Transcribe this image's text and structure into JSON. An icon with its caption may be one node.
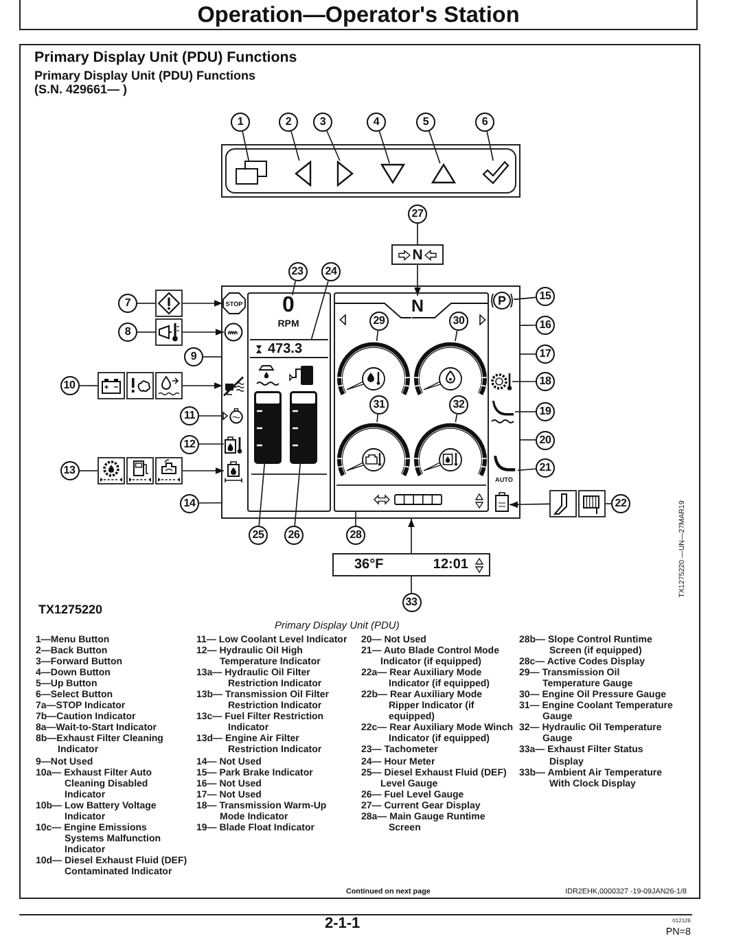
{
  "diagram": {
    "title": "Operation—Operator's Station",
    "caption": "Primary Display Unit (PDU)",
    "nodes": [
      {
        "text": [
          "1"
        ]
      },
      {
        "text": [
          "2"
        ]
      },
      {
        "text": [
          "3"
        ]
      },
      {
        "text": [
          "4"
        ]
      },
      {
        "text": [
          "5"
        ]
      },
      {
        "text": [
          "6"
        ]
      },
      {
        "text": [],
        "shape": "box"
      },
      {
        "text": [],
        "shape": "picture",
        "in": 6
      },
      {
        "text": [],
        "shape": "picture",
        "in": 6
      },
      {
        "text": [],
        "shape": "picture",
        "in": 6
      },
      {
        "text": [],
        "shape": "picture",
        "in": 6
      },
      {
        "text": [],
        "shape": "picture",
        "in": 6
      },
      {
        "text": [],
        "shape": "picture",
        "in": 6
      },
      {
        "text": [
          "27"
        ]
      },
      {
        "text": [
          "N"
        ]
      },
      {
        "text": [
          "23"
        ]
      },
      {
        "text": [
          "24"
        ]
      },
      {
        "text": [],
        "shape": "box"
      },
      {
        "text": [
          "7"
        ]
      },
      {
        "text": [],
        "shape": "picture"
      },
      {
        "text": [
          "STOP"
        ],
        "in": 17
      },
      {
        "text": [],
        "shape": "box",
        "in": 17
      },
      {
        "text": [
          "0",
          "RPM"
        ],
        "in": 21
      },
      {
        "text": [],
        "shape": "box",
        "in": 17
      },
      {
        "text": [
          "N"
        ],
        "in": 23
      },
      {
        "text": [
          "P"
        ],
        "in": 17
      },
      {
        "text": [
          "15"
        ]
      },
      {
        "text": [
          "8"
        ]
      },
      {
        "text": [],
        "shape": "picture"
      },
      {
        "text": [],
        "shape": "picture",
        "in": 17
      },
      {
        "text": [
          "16"
        ]
      },
      {
        "text": [
          "29"
        ],
        "in": 23
      },
      {
        "text": [
          "30"
        ],
        "in": 23
      },
      {
        "text": [
          "473.3"
        ],
        "in": 21
      },
      {
        "text": [],
        "shape": "picture",
        "in": 23
      },
      {
        "text": [],
        "shape": "picture",
        "in": 23
      },
      {
        "text": [
          "9"
        ]
      },
      {
        "text": [
          "17"
        ]
      },
      {
        "text": [
          "10"
        ]
      },
      {
        "text": [],
        "shape": "picture"
      },
      {
        "text": [],
        "shape": "picture"
      },
      {
        "text": [],
        "shape": "picture"
      },
      {
        "text": [],
        "shape": "picture",
        "in": 17
      },
      {
        "text": [
          "18"
        ]
      },
      {
        "text": [],
        "shape": "picture",
        "in": 17
      },
      {
        "text": [
          "31"
        ],
        "in": 23
      },
      {
        "text": [
          "32"
        ],
        "in": 23
      },
      {
        "text": [
          "19"
        ]
      },
      {
        "text": [],
        "shape": "picture",
        "in": 17
      },
      {
        "text": [
          "11"
        ]
      },
      {
        "text": [],
        "shape": "picture",
        "in": 17
      },
      {
        "text": [],
        "shape": "bar",
        "in": 21
      },
      {
        "text": [],
        "shape": "bar",
        "in": 21
      },
      {
        "text": [],
        "shape": "picture",
        "in": 23
      },
      {
        "text": [],
        "shape": "picture",
        "in": 23
      },
      {
        "text": [
          "20"
        ]
      },
      {
        "text": [
          "12"
        ]
      },
      {
        "text": [],
        "shape": "picture",
        "in": 17
      },
      {
        "text": [
          "13"
        ]
      },
      {
        "text": [],
        "shape": "picture"
      },
      {
        "text": [],
        "shape": "picture"
      },
      {
        "text": [],
        "shape": "picture"
      },
      {
        "text": [],
        "shape": "picture",
        "in": 17
      },
      {
        "text": [
          "21"
        ]
      },
      {
        "text": [
          "AUTO"
        ],
        "in": 17
      },
      {
        "text": [
          "14"
        ]
      },
      {
        "text": [],
        "shape": "picture"
      },
      {
        "text": [],
        "shape": "picture"
      },
      {
        "text": [
          "22"
        ]
      },
      {
        "text": [],
        "shape": "picture",
        "in": 17
      },
      {
        "text": [
          "25"
        ]
      },
      {
        "text": [
          "26"
        ]
      },
      {
        "text": [
          "28"
        ]
      },
      {
        "text": [
          "36°F",
          "12:01"
        ]
      },
      {
        "text": [
          "33"
        ]
      }
    ],
    "edges": [
      {
        "from": 0,
        "to": 7,
        "arrow": "none"
      },
      {
        "from": 1,
        "to": 8,
        "arrow": "none"
      },
      {
        "from": 2,
        "to": 9,
        "arrow": "none"
      },
      {
        "from": 3,
        "to": 10,
        "arrow": "none"
      },
      {
        "from": 4,
        "to": 11,
        "arrow": "none"
      },
      {
        "from": 5,
        "to": 12,
        "arrow": "none"
      },
      {
        "from": 13,
        "to": 14,
        "arrow": "none"
      },
      {
        "from": 14,
        "to": 24,
        "arrow": "to"
      },
      {
        "from": 15,
        "to": 22,
        "arrow": "none"
      },
      {
        "from": 16,
        "to": 33,
        "arrow": "none"
      },
      {
        "from": 18,
        "to": 19,
        "arrow": "none"
      },
      {
        "from": 19,
        "to": 20,
        "arrow": "to"
      },
      {
        "from": 26,
        "to": 25,
        "arrow": "none"
      },
      {
        "from": 27,
        "to": 28,
        "arrow": "none"
      },
      {
        "from": 28,
        "to": 29,
        "arrow": "to"
      },
      {
        "from": 30,
        "to": 17,
        "arrow": "none"
      },
      {
        "from": 31,
        "to": 34,
        "arrow": "none"
      },
      {
        "from": 32,
        "to": 35,
        "arrow": "none"
      },
      {
        "from": 36,
        "to": 17,
        "arrow": "none"
      },
      {
        "from": 37,
        "to": 17,
        "arrow": "none"
      },
      {
        "from": 38,
        "to": 39,
        "arrow": "none"
      },
      {
        "from": 41,
        "to": 42,
        "arrow": "to"
      },
      {
        "from": 43,
        "to": 44,
        "arrow": "none"
      },
      {
        "from": 45,
        "to": 53,
        "arrow": "none"
      },
      {
        "from": 46,
        "to": 54,
        "arrow": "none"
      },
      {
        "from": 47,
        "to": 48,
        "arrow": "none"
      },
      {
        "from": 49,
        "to": 50,
        "arrow": "none"
      },
      {
        "from": 55,
        "to": 17,
        "arrow": "none"
      },
      {
        "from": 56,
        "to": 57,
        "arrow": "none"
      },
      {
        "from": 58,
        "to": 59,
        "arrow": "none"
      },
      {
        "from": 61,
        "to": 62,
        "arrow": "to"
      },
      {
        "from": 63,
        "to": 64,
        "arrow": "none"
      },
      {
        "from": 65,
        "to": 17,
        "arrow": "none"
      },
      {
        "from": 68,
        "to": 67,
        "arrow": "none"
      },
      {
        "from": 66,
        "to": 69,
        "arrow": "to"
      },
      {
        "from": 70,
        "to": 51,
        "arrow": "none"
      },
      {
        "from": 71,
        "to": 52,
        "arrow": "none"
      },
      {
        "from": 72,
        "to": 23,
        "arrow": "none"
      },
      {
        "from": 74,
        "to": 73,
        "arrow": "none"
      },
      {
        "from": 73,
        "to": 17,
        "arrow": "to"
      }
    ],
    "labels": [
      "Primary Display Unit (PDU) Functions",
      "Primary Display Unit (PDU) Functions (S.N. 429661— )",
      "TX1275220 —UN—27MAR19",
      "TX1275220",
      "1—Menu Button",
      "2—Back Button",
      "3—Forward Button",
      "4—Down Button",
      "5—Up Button",
      "6—Select Button",
      "7a—STOP Indicator",
      "7b—Caution Indicator",
      "8a—Wait-to-Start Indicator",
      "8b—Exhaust Filter Cleaning Indicator",
      "9—Not Used",
      "10a— Exhaust Filter Auto Cleaning Disabled Indicator",
      "10b— Low Battery Voltage Indicator",
      "10c— Engine Emissions Systems Malfunction Indicator",
      "10d— Diesel Exhaust Fluid (DEF) Contaminated Indicator",
      "11— Low Coolant Level Indicator",
      "12— Hydraulic Oil High Temperature Indicator",
      "13a— Hydraulic Oil Filter Restriction Indicator",
      "13b— Transmission Oil Filter Restriction Indicator",
      "13c— Fuel Filter Restriction Indicator",
      "13d— Engine Air Filter Restriction Indicator",
      "14— Not Used",
      "15— Park Brake Indicator",
      "16— Not Used",
      "17— Not Used",
      "18— Transmission Warm-Up Mode Indicator",
      "19— Blade Float Indicator",
      "20— Not Used",
      "21— Auto Blade Control Mode Indicator (if equipped)",
      "22a— Rear Auxiliary Mode Indicator (if equipped)",
      "22b— Rear Auxiliary Mode Ripper Indicator (if equipped)",
      "22c— Rear Auxiliary Mode Winch Indicator (if equipped)",
      "23— Tachometer",
      "24— Hour Meter",
      "25— Diesel Exhaust Fluid (DEF) Level Gauge",
      "26— Fuel Level Gauge",
      "27— Current Gear Display",
      "28a— Main Gauge Runtime Screen",
      "28b— Slope Control Runtime Screen (if equipped)",
      "28c— Active Codes Display",
      "29— Transmission Oil Temperature Gauge",
      "30— Engine Oil Pressure Gauge",
      "31— Engine Coolant Temperature Gauge",
      "32— Hydraulic Oil Temperature Gauge",
      "33a— Exhaust Filter Status Display",
      "33b— Ambient Air Temperature With Clock Display",
      "Continued on next page",
      "IDR2EHK,0000327 -19-09JAN26-1/8",
      "2-1-1",
      "012126",
      "PN=8"
    ]
  }
}
